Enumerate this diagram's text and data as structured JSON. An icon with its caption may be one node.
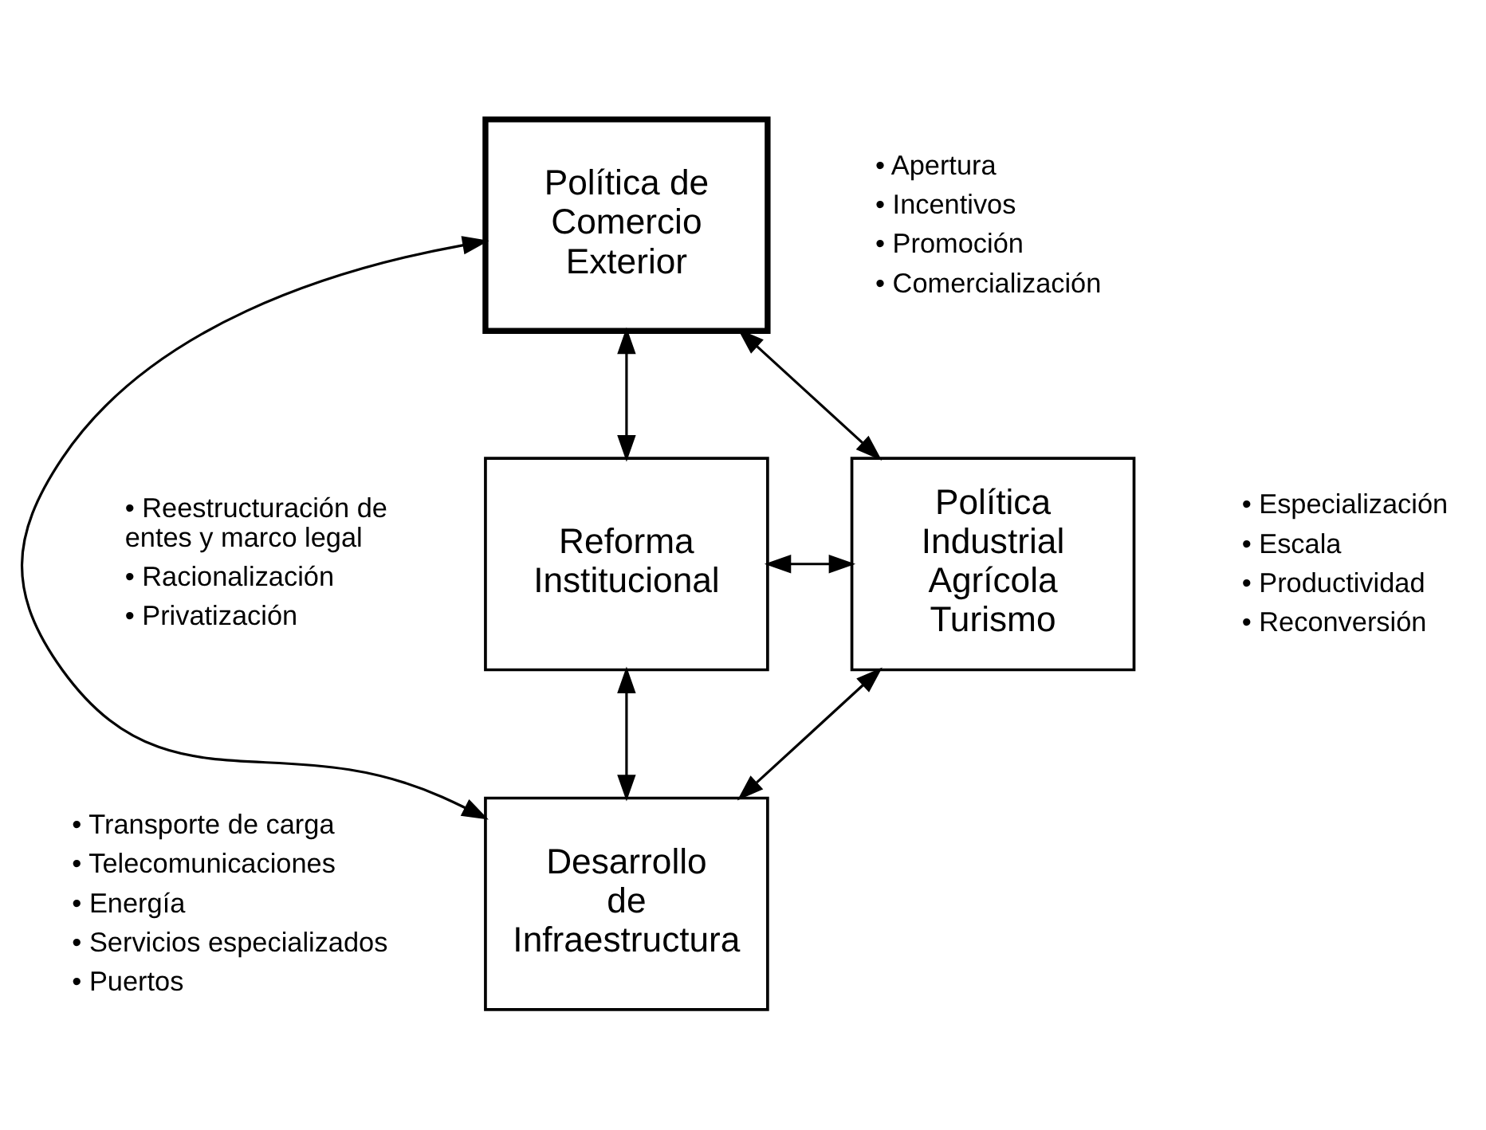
{
  "diagram": {
    "nodes": [
      {
        "text": [
          "Política de Comercio Exterior"
        ],
        "beside": [
          "• Apertura",
          "• Incentivos",
          "• Promoción",
          "• Comercialización"
        ]
      },
      {
        "text": [
          "Reforma Institucional"
        ],
        "beside": [
          "• Reestructuración de entes y marco legal",
          "• Racionalización",
          "• Privatización"
        ]
      },
      {
        "text": [
          "Política Industrial Agrícola Turismo"
        ],
        "beside": [
          "• Especialización",
          "• Escala",
          "• Productividad",
          "• Reconversión"
        ]
      },
      {
        "text": [
          "Desarrollo de Infraestructura"
        ],
        "beside": [
          "• Transporte de carga",
          "• Telecomunicaciones",
          "• Energía",
          "• Servicios especializados",
          "• Puertos"
        ]
      }
    ],
    "edges": [
      {
        "from": 0,
        "to": 1,
        "arrow": "both"
      },
      {
        "from": 0,
        "to": 2,
        "arrow": "both"
      },
      {
        "from": 0,
        "to": 3,
        "arrow": "both"
      },
      {
        "from": 1,
        "to": 2,
        "arrow": "both"
      },
      {
        "from": 1,
        "to": 3,
        "arrow": "both"
      },
      {
        "from": 2,
        "to": 3,
        "arrow": "both"
      }
    ]
  }
}
